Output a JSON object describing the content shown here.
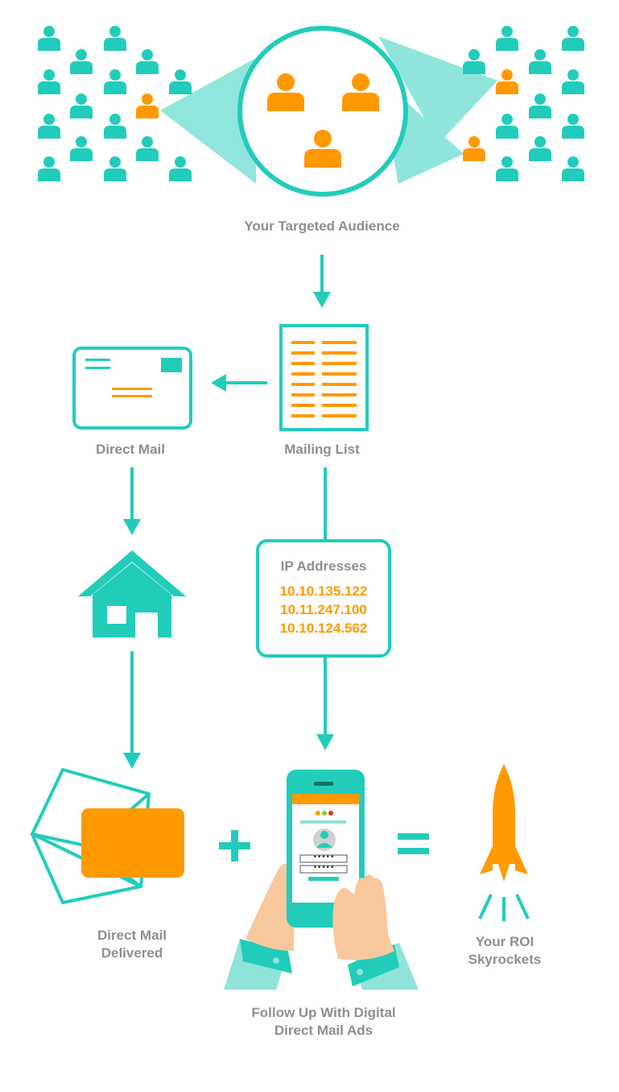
{
  "colors": {
    "teal": "#22ccbb",
    "orange": "#ff9900",
    "gray_text": "#8f8f8f"
  },
  "labels": {
    "audience": "Your Targeted Audience",
    "mailing_list": "Mailing List",
    "direct_mail": "Direct Mail",
    "direct_mail_delivered": [
      "Direct Mail",
      "Delivered"
    ],
    "follow_up": [
      "Follow Up With Digital",
      "Direct Mail Ads"
    ],
    "roi": [
      "Your ROI",
      "Skyrockets"
    ]
  },
  "ip_box": {
    "title": "IP Addresses",
    "addresses": [
      "10.10.135.122",
      "10.11.247.100",
      "10.10.124.562"
    ]
  },
  "phone": {
    "password_mask": "•••••"
  },
  "icons": [
    "person-icon",
    "envelope-icon",
    "list-document-icon",
    "house-icon",
    "open-envelope-icon",
    "phone-icon",
    "rocket-icon",
    "plus-icon",
    "equals-icon",
    "arrow-icon"
  ]
}
